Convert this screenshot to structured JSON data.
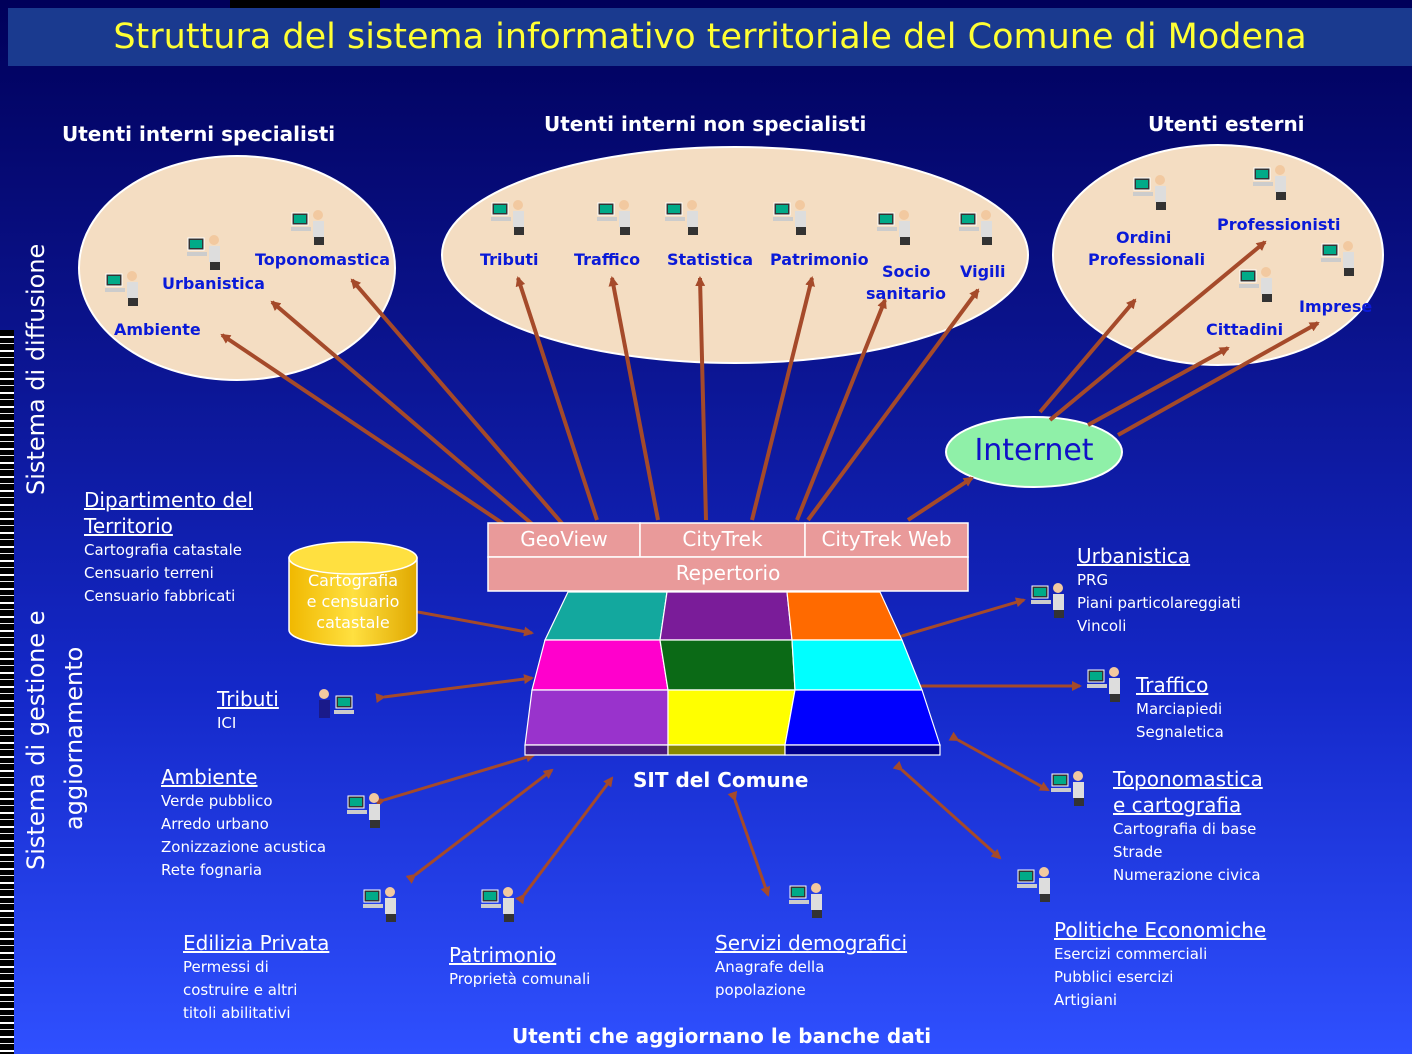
{
  "title": "Struttura del sistema informativo territoriale del Comune di Modena",
  "side_labels": {
    "diffusione": "Sistema di diffusione",
    "gestione": "Sistema di gestione e",
    "aggiornamento": "aggiornamento"
  },
  "groups": {
    "specialisti": {
      "heading": "Utenti interni specialisti",
      "users": [
        "Toponomastica",
        "Urbanistica",
        "Ambiente"
      ]
    },
    "non_specialisti": {
      "heading": "Utenti interni non specialisti",
      "users": [
        "Tributi",
        "Traffico",
        "Statistica",
        "Patrimonio",
        "Socio",
        "sanitario",
        "Vigili"
      ]
    },
    "esterni": {
      "heading": "Utenti esterni",
      "users": [
        "Ordini",
        "Professionali",
        "Professionisti",
        "Imprese",
        "Cittadini"
      ]
    }
  },
  "internet": "Internet",
  "software": {
    "row1": [
      "GeoView",
      "CityTrek",
      "CityTrek Web"
    ],
    "row2": "Repertorio"
  },
  "cylinder": [
    "Cartografia",
    "e censuario",
    "catastale"
  ],
  "sit_label": "SIT del Comune",
  "bottom_label": "Utenti che aggiornano le banche dati",
  "departments": [
    {
      "title": [
        "Dipartimento del",
        "Territorio"
      ],
      "items": [
        "Cartografia catastale",
        "Censuario terreni",
        "Censuario fabbricati"
      ]
    },
    {
      "title": [
        "Tributi"
      ],
      "items": [
        "ICI"
      ]
    },
    {
      "title": [
        "Ambiente"
      ],
      "items": [
        "Verde pubblico",
        "Arredo urbano",
        "Zonizzazione acustica",
        "Rete fognaria"
      ]
    },
    {
      "title": [
        "Edilizia Privata"
      ],
      "items": [
        "Permessi di",
        "costruire e altri",
        "titoli abilitativi"
      ]
    },
    {
      "title": [
        "Patrimonio"
      ],
      "items": [
        "Proprietà comunali"
      ]
    },
    {
      "title": [
        "Servizi demografici"
      ],
      "items": [
        "Anagrafe della",
        "popolazione"
      ]
    },
    {
      "title": [
        "Politiche  Economiche"
      ],
      "items": [
        "Esercizi commerciali",
        "Pubblici esercizi",
        "Artigiani"
      ]
    },
    {
      "title": [
        "Toponomastica",
        "e cartografia"
      ],
      "items": [
        "Cartografia di base",
        "Strade",
        "Numerazione civica"
      ]
    },
    {
      "title": [
        "Traffico"
      ],
      "items": [
        "Marciapiedi",
        "Segnaletica"
      ]
    },
    {
      "title": [
        "Urbanistica"
      ],
      "items": [
        "PRG",
        "Piani particolareggiati",
        "Vincoli"
      ]
    }
  ],
  "colors": {
    "title": "#ffff33",
    "ellipse": "#f4ddc2",
    "label": "#0a1ad8",
    "arrow": "#a54a2a",
    "internet": "#8ff0a8",
    "software": "#e99a9a",
    "cylinder": "#ffd21a"
  }
}
